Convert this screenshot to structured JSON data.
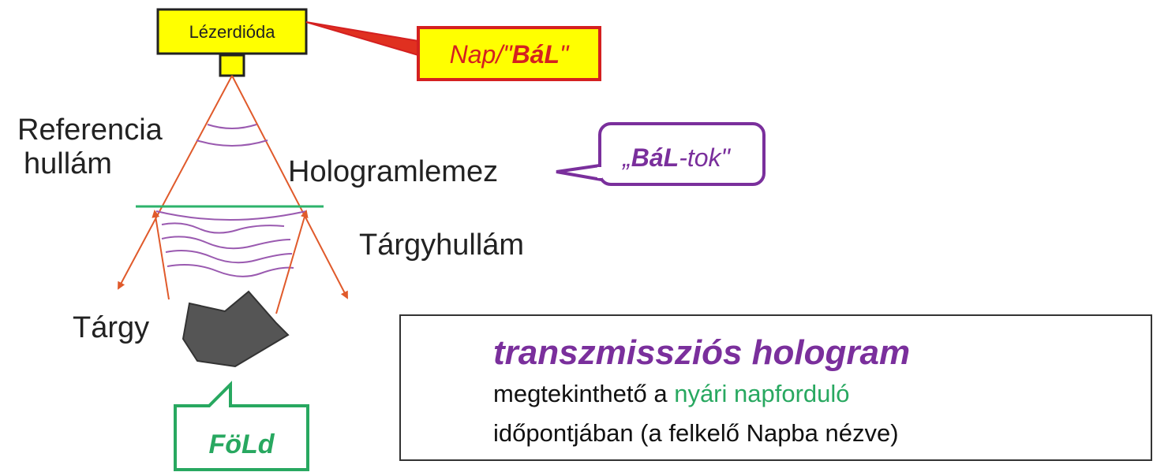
{
  "labels": {
    "laser": "Lézerdióda",
    "reference_line1": "Referencia",
    "reference_line2": "hullám",
    "plate": "Hologramlemez",
    "object_wave": "Tárgyhullám",
    "object": "Tárgy"
  },
  "callouts": {
    "sun": {
      "prefix": "Nap/\"",
      "bold": "BáL",
      "suffix": "\""
    },
    "plate": {
      "prefix": "„",
      "bold": "BáL",
      "suffix": "-tok\""
    },
    "earth": {
      "text": "FöLd"
    }
  },
  "infobox": {
    "title": "transzmissziós hologram",
    "line1_before": "megtekinthető a ",
    "line1_highlight": "nyári napforduló",
    "line2": "időpontjában (a felkelő Napba nézve)"
  },
  "colors": {
    "ray": "#e05a2b",
    "wave": "#9a5ab0",
    "plate": "#2db36b",
    "sun_fill": "#ffff00",
    "sun_border": "#d42020",
    "purple": "#7a2f9c",
    "green": "#28a860",
    "object": "#555555"
  }
}
